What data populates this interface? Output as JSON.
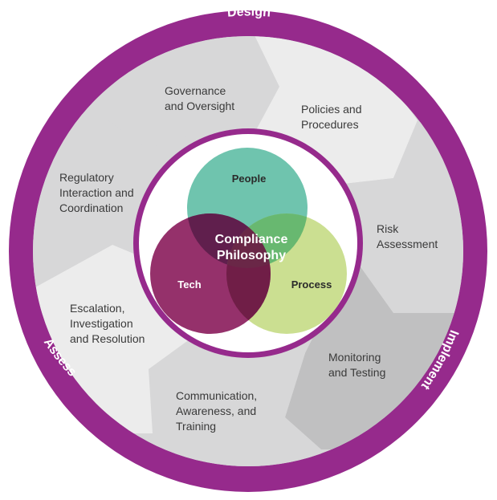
{
  "colors": {
    "outer_ring": "#962a8c",
    "segment_light": "#ececec",
    "segment_mid": "#d7d7d8",
    "segment_dark": "#c0c0c1",
    "inner_ring": "#962a8c",
    "people": "#6fc4ae",
    "tech": "#8c1f5e",
    "process": "#c2d97e",
    "overlap": "#5e1f4c"
  },
  "ring_labels": {
    "design": "Design",
    "implement": "Implement",
    "assess": "Assess"
  },
  "segments": [
    {
      "lines": [
        "Governance",
        "and Oversight"
      ],
      "tone": "mid"
    },
    {
      "lines": [
        "Policies and",
        "Procedures"
      ],
      "tone": "light"
    },
    {
      "lines": [
        "Risk",
        "Assessment"
      ],
      "tone": "mid"
    },
    {
      "lines": [
        "Monitoring",
        "and Testing"
      ],
      "tone": "dark"
    },
    {
      "lines": [
        "Communication,",
        "Awareness, and",
        "Training"
      ],
      "tone": "mid"
    },
    {
      "lines": [
        "Escalation,",
        "Investigation",
        "and Resolution"
      ],
      "tone": "light"
    },
    {
      "lines": [
        "Regulatory",
        "Interaction and",
        "Coordination"
      ],
      "tone": "mid"
    }
  ],
  "venn": {
    "people": "People",
    "tech": "Tech",
    "process": "Process",
    "center_line1": "Compliance",
    "center_line2": "Philosophy"
  }
}
